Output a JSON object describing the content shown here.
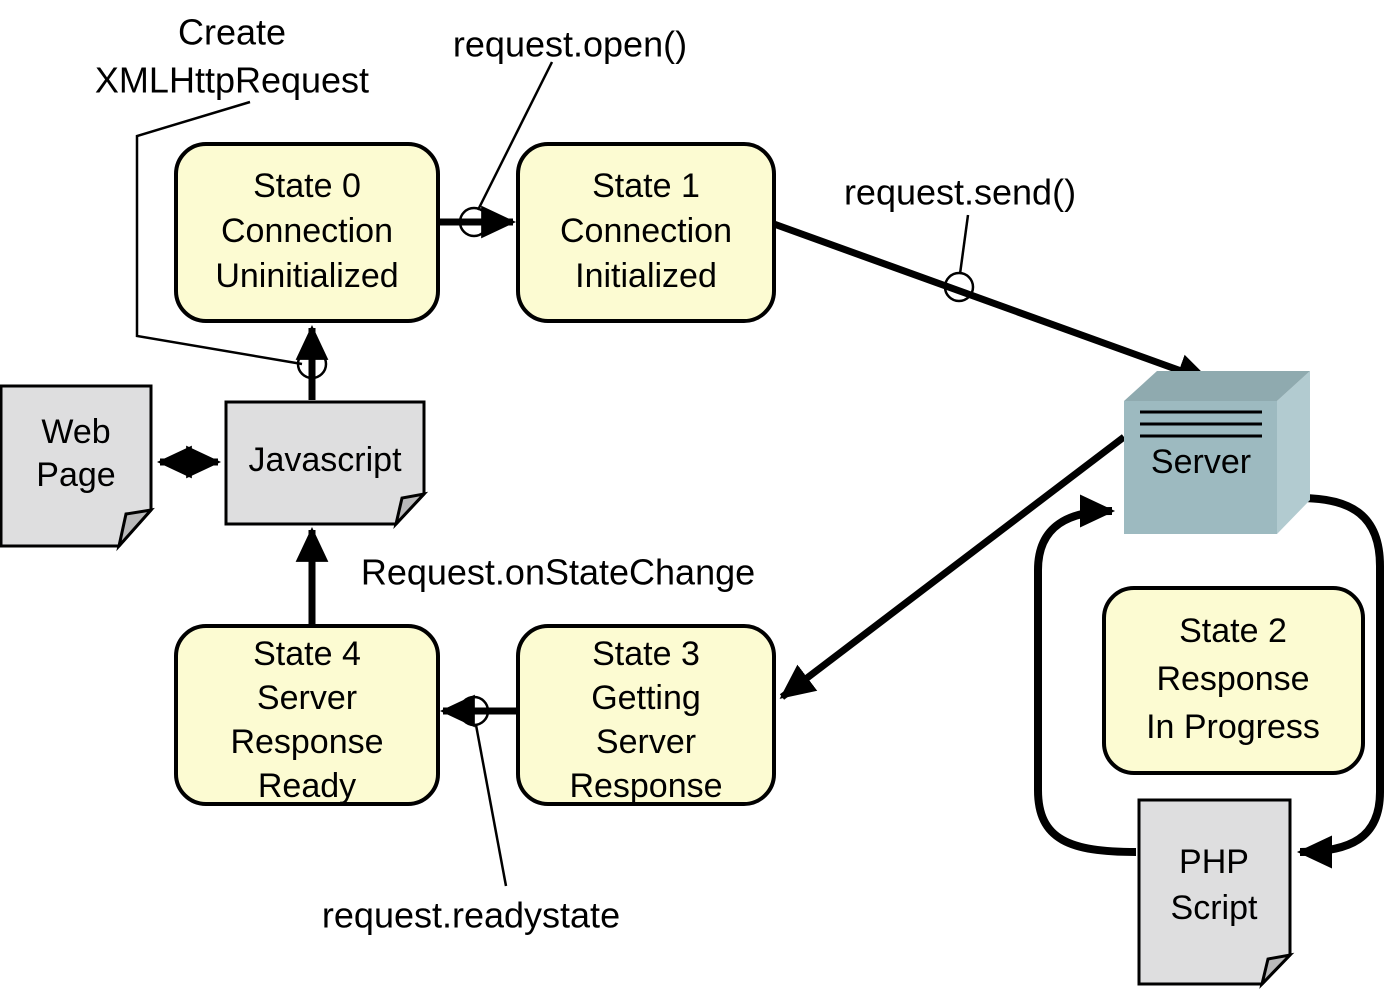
{
  "diagram": {
    "title": "AJAX XMLHttpRequest ready state flow",
    "colors": {
      "state_fill": "#fcfbd2",
      "document_fill": "#dededf",
      "document_fold": "#b9b9ba",
      "server_front": "#9dbac0",
      "server_top": "#8faaaf",
      "server_side": "#b2cbd0",
      "stroke": "#000000",
      "background": "#ffffff"
    },
    "states": [
      {
        "id": "state-0",
        "lines": [
          "State 0",
          "Connection",
          "Uninitialized"
        ],
        "line1": "State 0",
        "line2": "Connection",
        "line3": "Uninitialized"
      },
      {
        "id": "state-1",
        "lines": [
          "State 1",
          "Connection",
          "Initialized"
        ],
        "line1": "State 1",
        "line2": "Connection",
        "line3": "Initialized"
      },
      {
        "id": "state-2",
        "lines": [
          "State 2",
          "Response",
          "In Progress"
        ],
        "line1": "State 2",
        "line2": "Response",
        "line3": "In Progress"
      },
      {
        "id": "state-3",
        "lines": [
          "State 3",
          "Getting",
          "Server",
          "Response"
        ],
        "line1": "State 3",
        "line2": "Getting",
        "line3": "Server",
        "line4": "Response"
      },
      {
        "id": "state-4",
        "lines": [
          "State 4",
          "Server",
          "Response",
          "Ready"
        ],
        "line1": "State 4",
        "line2": "Server",
        "line3": "Response",
        "line4": "Ready"
      }
    ],
    "documents": [
      {
        "id": "web-page",
        "line1": "Web",
        "line2": "Page"
      },
      {
        "id": "javascript",
        "line1": "Javascript"
      },
      {
        "id": "php-script",
        "line1": "PHP",
        "line2": "Script"
      }
    ],
    "server": {
      "id": "server",
      "label": "Server"
    },
    "annotations": [
      {
        "id": "create-xhr",
        "line1": "Create",
        "line2": "XMLHttpRequest"
      },
      {
        "id": "request-open",
        "line1": "request.open()"
      },
      {
        "id": "request-send",
        "line1": "request.send()"
      },
      {
        "id": "request-onstatechange",
        "line1": "Request.onStateChange"
      },
      {
        "id": "request-readystate",
        "line1": "request.readystate"
      }
    ],
    "edges": [
      {
        "id": "javascript-to-state0",
        "from": "javascript",
        "to": "state-0",
        "label_ref": "create-xhr"
      },
      {
        "id": "state0-to-state1",
        "from": "state-0",
        "to": "state-1",
        "label_ref": "request-open"
      },
      {
        "id": "state1-to-server",
        "from": "state-1",
        "to": "server",
        "label_ref": "request-send"
      },
      {
        "id": "server-to-state3",
        "from": "server",
        "to": "state-3",
        "label_ref": ""
      },
      {
        "id": "state3-to-state4",
        "from": "state-3",
        "to": "state-4",
        "label_ref": "request-readystate"
      },
      {
        "id": "state4-to-javascript",
        "from": "state-4",
        "to": "javascript",
        "label_ref": "request-onstatechange"
      },
      {
        "id": "webpage-to-javascript",
        "from": "web-page",
        "to": "javascript",
        "label_ref": "",
        "bidirectional": true
      },
      {
        "id": "server-to-php",
        "from": "server",
        "to": "php-script",
        "label_ref": ""
      },
      {
        "id": "php-to-server",
        "from": "php-script",
        "to": "server",
        "label_ref": ""
      }
    ]
  }
}
